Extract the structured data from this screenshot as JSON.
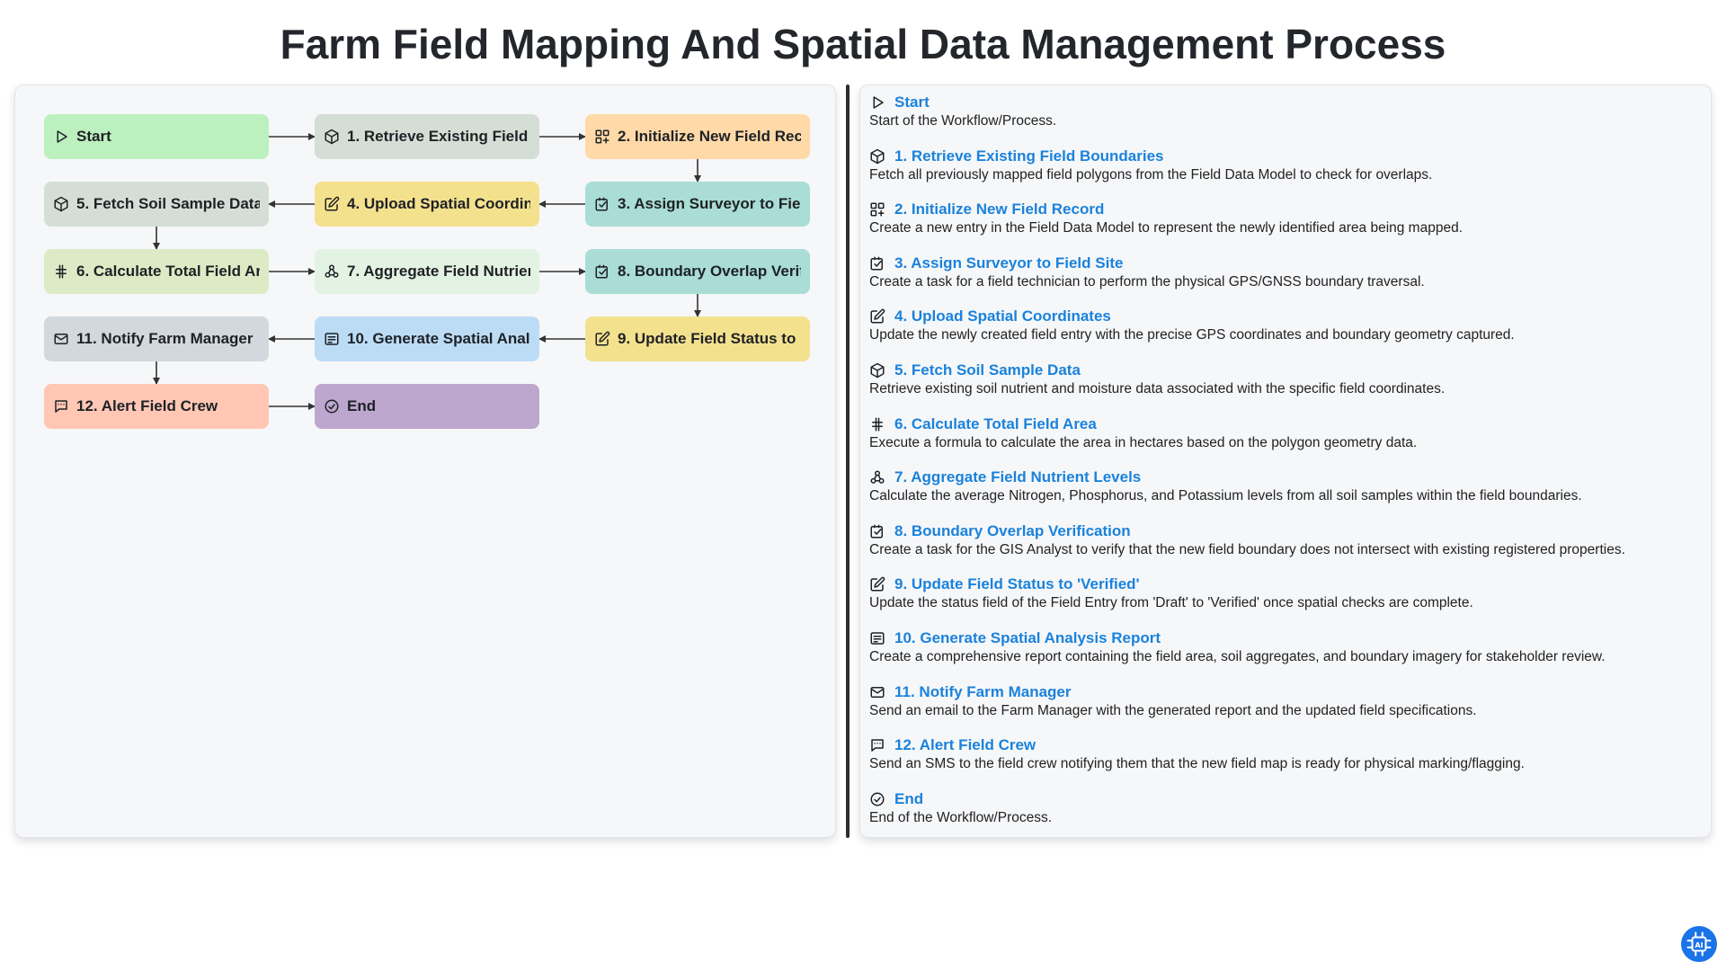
{
  "title": "Farm Field Mapping And Spatial Data Management Process",
  "colors": {
    "link": "#1a82dc",
    "arrow": "#333333"
  },
  "nodes": [
    {
      "id": "start",
      "label": "Start",
      "icon": "play-icon",
      "color": "#bdf0bf"
    },
    {
      "id": "n1",
      "label": "1. Retrieve Existing Field Boundaries",
      "icon": "cube-icon",
      "color": "#d5ded6"
    },
    {
      "id": "n2",
      "label": "2. Initialize New Field Record",
      "icon": "grid-plus-icon",
      "color": "#ffd9a8"
    },
    {
      "id": "n3",
      "label": "3. Assign Surveyor to Field Site",
      "icon": "checkbox-icon",
      "color": "#a9ddd5"
    },
    {
      "id": "n4",
      "label": "4. Upload Spatial Coordinates",
      "icon": "edit-icon",
      "color": "#f4e18e"
    },
    {
      "id": "n5",
      "label": "5. Fetch Soil Sample Data",
      "icon": "cube-icon",
      "color": "#d5ded6"
    },
    {
      "id": "n6",
      "label": "6. Calculate Total Field Area",
      "icon": "hash-icon",
      "color": "#dcebc6"
    },
    {
      "id": "n7",
      "label": "7. Aggregate Field Nutrient Levels",
      "icon": "nodes-icon",
      "color": "#e3f3e3"
    },
    {
      "id": "n8",
      "label": "8. Boundary Overlap Verification",
      "icon": "checkbox-icon",
      "color": "#a9ddd5"
    },
    {
      "id": "n9",
      "label": "9. Update Field Status to 'Verified'",
      "icon": "edit-icon",
      "color": "#f4e18e"
    },
    {
      "id": "n10",
      "label": "10. Generate Spatial Analysis Report",
      "icon": "report-icon",
      "color": "#bcdcf6"
    },
    {
      "id": "n11",
      "label": "11. Notify Farm Manager",
      "icon": "mail-icon",
      "color": "#d2d8dd"
    },
    {
      "id": "n12",
      "label": "12. Alert Field Crew",
      "icon": "message-icon",
      "color": "#ffc7b4"
    },
    {
      "id": "end",
      "label": "End",
      "icon": "check-circle-icon",
      "color": "#bda7cf"
    }
  ],
  "edges": [
    [
      "start",
      "n1"
    ],
    [
      "n1",
      "n2"
    ],
    [
      "n2",
      "n3"
    ],
    [
      "n3",
      "n4"
    ],
    [
      "n4",
      "n5"
    ],
    [
      "n5",
      "n6"
    ],
    [
      "n6",
      "n7"
    ],
    [
      "n7",
      "n8"
    ],
    [
      "n8",
      "n9"
    ],
    [
      "n9",
      "n10"
    ],
    [
      "n10",
      "n11"
    ],
    [
      "n11",
      "n12"
    ],
    [
      "n12",
      "end"
    ]
  ],
  "steps": [
    {
      "title": "Start",
      "icon": "play-icon",
      "description": "Start of the Workflow/Process."
    },
    {
      "title": "1. Retrieve Existing Field Boundaries",
      "icon": "cube-icon",
      "description": "Fetch all previously mapped field polygons from the Field Data Model to check for overlaps."
    },
    {
      "title": "2. Initialize New Field Record",
      "icon": "grid-plus-icon",
      "description": "Create a new entry in the Field Data Model to represent the newly identified area being mapped."
    },
    {
      "title": "3. Assign Surveyor to Field Site",
      "icon": "checkbox-icon",
      "description": "Create a task for a field technician to perform the physical GPS/GNSS boundary traversal."
    },
    {
      "title": "4. Upload Spatial Coordinates",
      "icon": "edit-icon",
      "description": "Update the newly created field entry with the precise GPS coordinates and boundary geometry captured."
    },
    {
      "title": "5. Fetch Soil Sample Data",
      "icon": "cube-icon",
      "description": "Retrieve existing soil nutrient and moisture data associated with the specific field coordinates."
    },
    {
      "title": "6. Calculate Total Field Area",
      "icon": "hash-icon",
      "description": "Execute a formula to calculate the area in hectares based on the polygon geometry data."
    },
    {
      "title": "7. Aggregate Field Nutrient Levels",
      "icon": "nodes-icon",
      "description": "Calculate the average Nitrogen, Phosphorus, and Potassium levels from all soil samples within the field boundaries."
    },
    {
      "title": "8. Boundary Overlap Verification",
      "icon": "checkbox-icon",
      "description": "Create a task for the GIS Analyst to verify that the new field boundary does not intersect with existing registered properties."
    },
    {
      "title": "9. Update Field Status to 'Verified'",
      "icon": "edit-icon",
      "description": "Update the status field of the Field Entry from 'Draft' to 'Verified' once spatial checks are complete."
    },
    {
      "title": "10. Generate Spatial Analysis Report",
      "icon": "report-icon",
      "description": "Create a comprehensive report containing the field area, soil aggregates, and boundary imagery for stakeholder review."
    },
    {
      "title": "11. Notify Farm Manager",
      "icon": "mail-icon",
      "description": "Send an email to the Farm Manager with the generated report and the updated field specifications."
    },
    {
      "title": "12. Alert Field Crew",
      "icon": "message-icon",
      "description": "Send an SMS to the field crew notifying them that the new field map is ready for physical marking/flagging."
    },
    {
      "title": "End",
      "icon": "check-circle-icon",
      "description": "End of the Workflow/Process."
    }
  ],
  "badge": {
    "icon": "ai-chip-icon"
  }
}
